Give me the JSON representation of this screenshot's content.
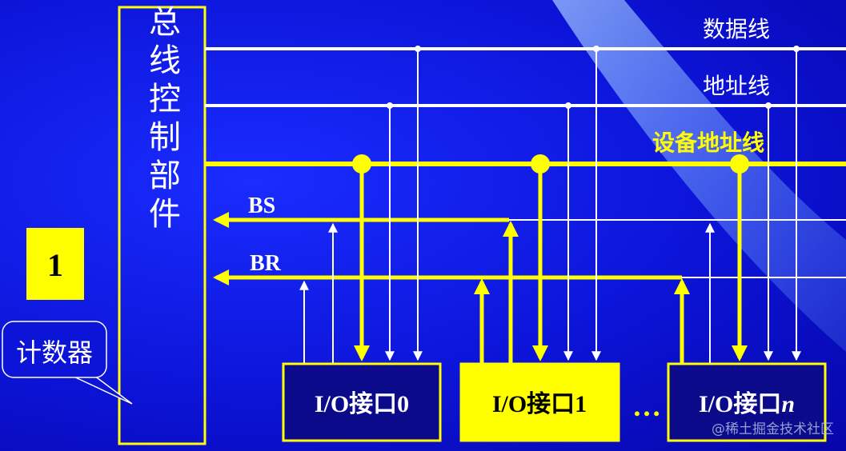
{
  "bus_lines": {
    "data_line": "数据线",
    "address_line": "地址线",
    "device_address_line": "设备地址线",
    "bs": "BS",
    "br": "BR"
  },
  "controller": {
    "label": "总线控制部件"
  },
  "counter": {
    "value": "1",
    "callout": "计数器"
  },
  "interfaces": [
    {
      "label": "I/O接口0",
      "prefix": "I/O接口",
      "suffix": "0",
      "highlighted": false
    },
    {
      "label": "I/O接口1",
      "prefix": "I/O接口",
      "suffix": "1",
      "highlighted": true
    },
    {
      "label": "I/O接口n",
      "prefix": "I/O接口",
      "suffix": "n",
      "highlighted": false
    }
  ],
  "ellipsis": "…",
  "watermark": "@稀土掘金技术社区",
  "colors": {
    "background": "#0c14d8",
    "highlight": "#ffff00",
    "line": "#ffffff",
    "box_dark": "#0a0a8a"
  }
}
